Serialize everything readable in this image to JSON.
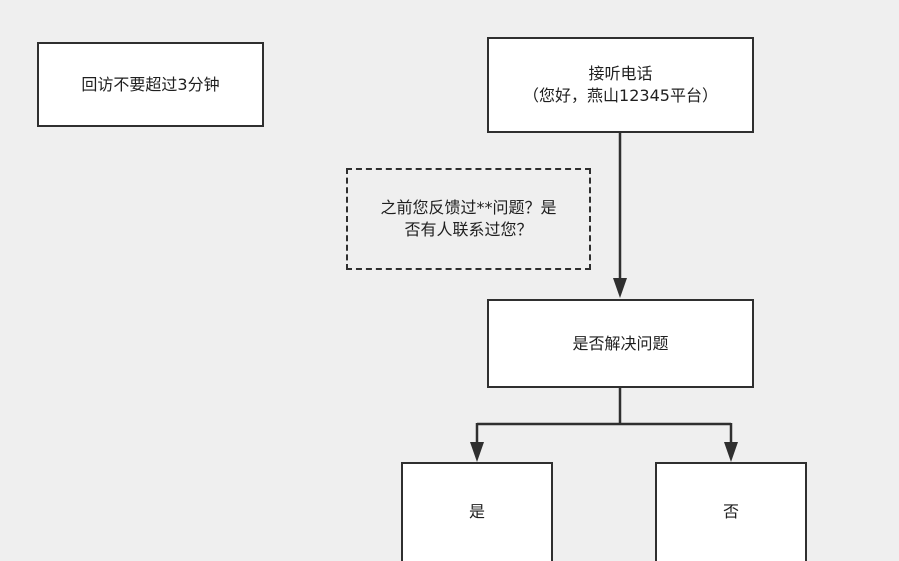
{
  "nodes": {
    "note_time_limit": {
      "text": "回访不要超过3分钟"
    },
    "answer_call": {
      "line1": "接听电话",
      "line2": "（您好，燕山12345平台）"
    },
    "question_prompt": {
      "line1": "之前您反馈过**问题？是",
      "line2": "否有人联系过您？"
    },
    "is_resolved": {
      "text": "是否解决问题"
    },
    "yes": {
      "text": "是"
    },
    "no": {
      "text": "否"
    }
  },
  "colors": {
    "background": "#efefef",
    "node_fill": "#ffffff",
    "stroke": "#2f2f2f"
  }
}
